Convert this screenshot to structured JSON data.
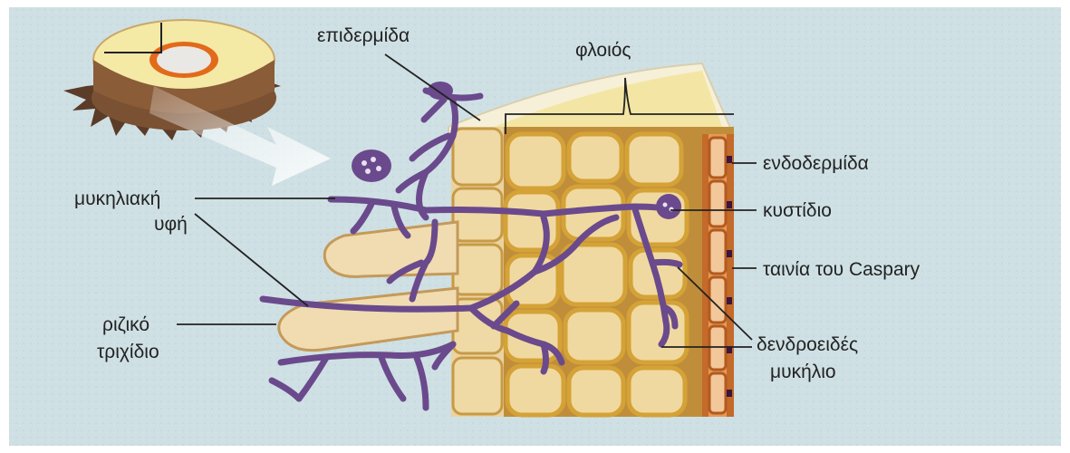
{
  "labels": {
    "epidermis": "επιδερμίδα",
    "cortex": "φλοιός",
    "endodermis": "ενδοδερμίδα",
    "hypha_line1": "μυκηλιακή",
    "hypha_line2": "υφή",
    "vesicle": "κυστίδιο",
    "casparian_strip": "ταινία του Caspary",
    "root_hair_line1": "ριζικό",
    "root_hair_line2": "τριχίδιο",
    "arbuscule_line1": "δενδροειδές",
    "arbuscule_line2": "μυκήλιο"
  },
  "colors": {
    "background": "#cfe0e4",
    "cell_fill": "#f0d9a0",
    "cell_wall": "#d4a236",
    "fungus": "#6a4a8c",
    "endodermis": "#c46a2a",
    "root_hair": "#f0dcb0"
  }
}
